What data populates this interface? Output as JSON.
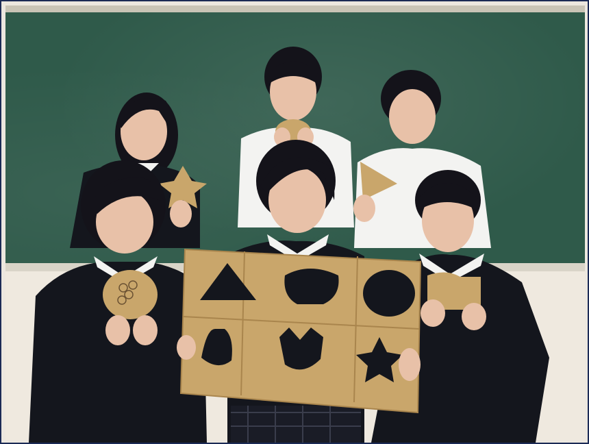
{
  "scene": {
    "subjects": [
      "student-1",
      "student-2",
      "student-3",
      "student-4",
      "student-5",
      "student-6"
    ],
    "colors": {
      "chalkboard": "#2f5a4a",
      "cardboard": "#c9a66b",
      "cardboard_dark": "#a9854d",
      "sweater": "#14161d",
      "shirt": "#f3f3f1",
      "hair": "#14131a",
      "skin": "#e8c1a8",
      "frame_border": "#1b2a55"
    }
  }
}
